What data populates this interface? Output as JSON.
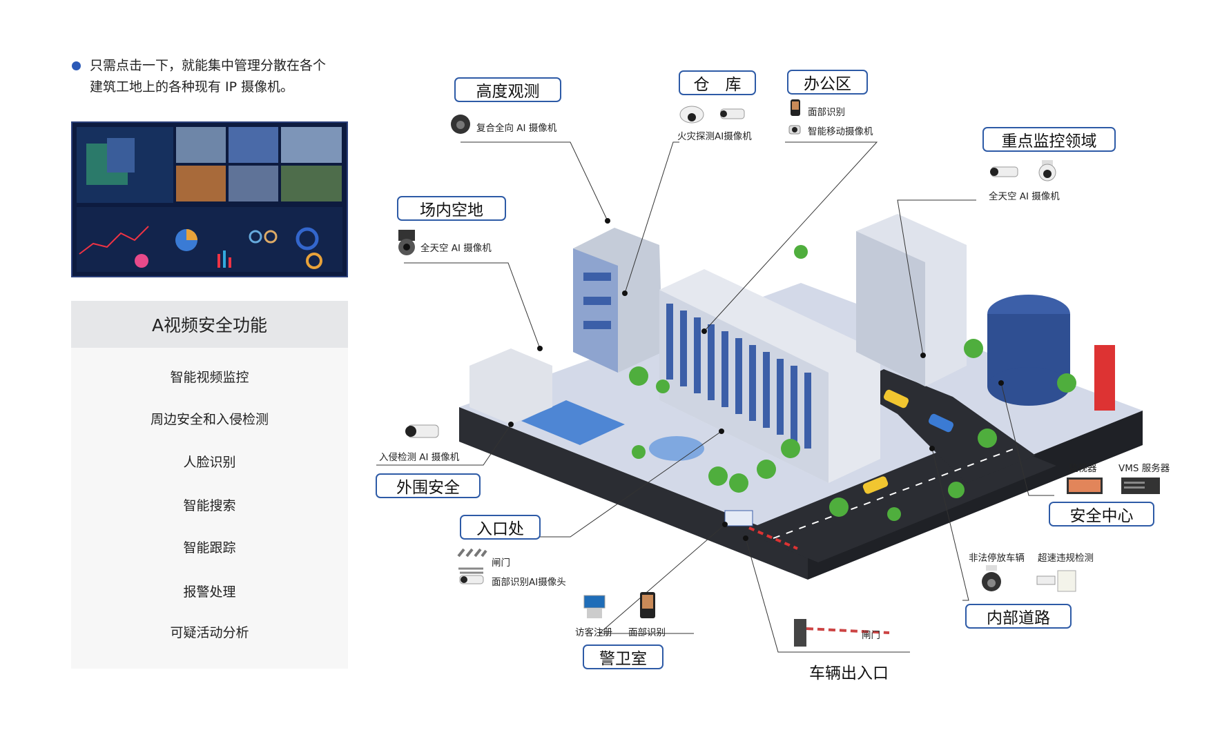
{
  "intro": {
    "line1": "只需点击一下，就能集中管理分散在各个",
    "line2": "建筑工地上的各种现有 IP 摄像机。"
  },
  "panel": {
    "title": "A视频安全功能",
    "items": [
      "智能视频监控",
      "周边安全和入侵检测",
      "人脸识别",
      "智能搜索",
      "智能跟踪",
      "报警处理",
      "可疑活动分析"
    ]
  },
  "zones": {
    "height": {
      "title": "高度观测",
      "device": "复合全向 AI 摄像机"
    },
    "warehouse": {
      "title": "仓　库",
      "device": "火灾探测AI摄像机"
    },
    "office": {
      "title": "办公区",
      "device1": "面部识别",
      "device2": "智能移动摄像机"
    },
    "key": {
      "title": "重点监控领域",
      "device": "全天空 AI 摄像机"
    },
    "yard": {
      "title": "场内空地",
      "device": "全天空 AI 摄像机"
    },
    "perimeter": {
      "title": "外围安全",
      "device": "入侵检测 AI 摄像机"
    },
    "entrance": {
      "title": "入口处",
      "device1": "闸门",
      "device2": "面部识别AI摄像头"
    },
    "guard": {
      "title": "警卫室",
      "device1": "访客注册",
      "device2": "面部识别"
    },
    "vehicle": {
      "title": "车辆出入口",
      "device": "闸门"
    },
    "security": {
      "title": "安全中心",
      "device1": "监视器",
      "device2": "VMS 服务器"
    },
    "road": {
      "title": "内部道路",
      "device1": "非法停放车辆",
      "device2": "超速违规检测"
    }
  },
  "colors": {
    "tag_border": "#2d5aa6",
    "bullet": "#2b59b7",
    "ground": "#c9d1e3",
    "building_blue": "#3c5fa8",
    "road": "#2b2d33"
  }
}
